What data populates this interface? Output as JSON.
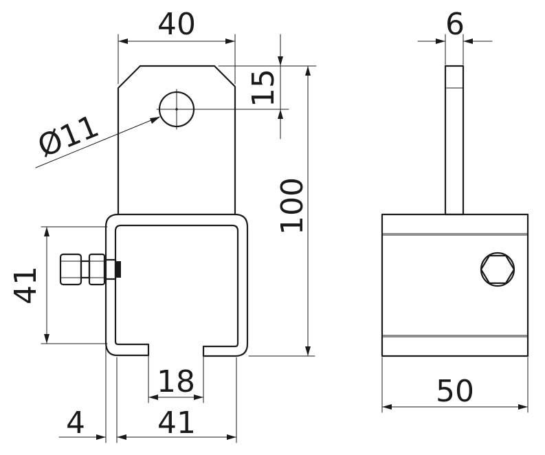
{
  "dimensions": {
    "top_width": "40",
    "thickness": "6",
    "top_offset": "15",
    "overall_height": "100",
    "hole_diameter": "Ø11",
    "channel_height": "41",
    "slot_width": "18",
    "plate_thickness": "4",
    "channel_width": "41",
    "side_width": "50"
  }
}
